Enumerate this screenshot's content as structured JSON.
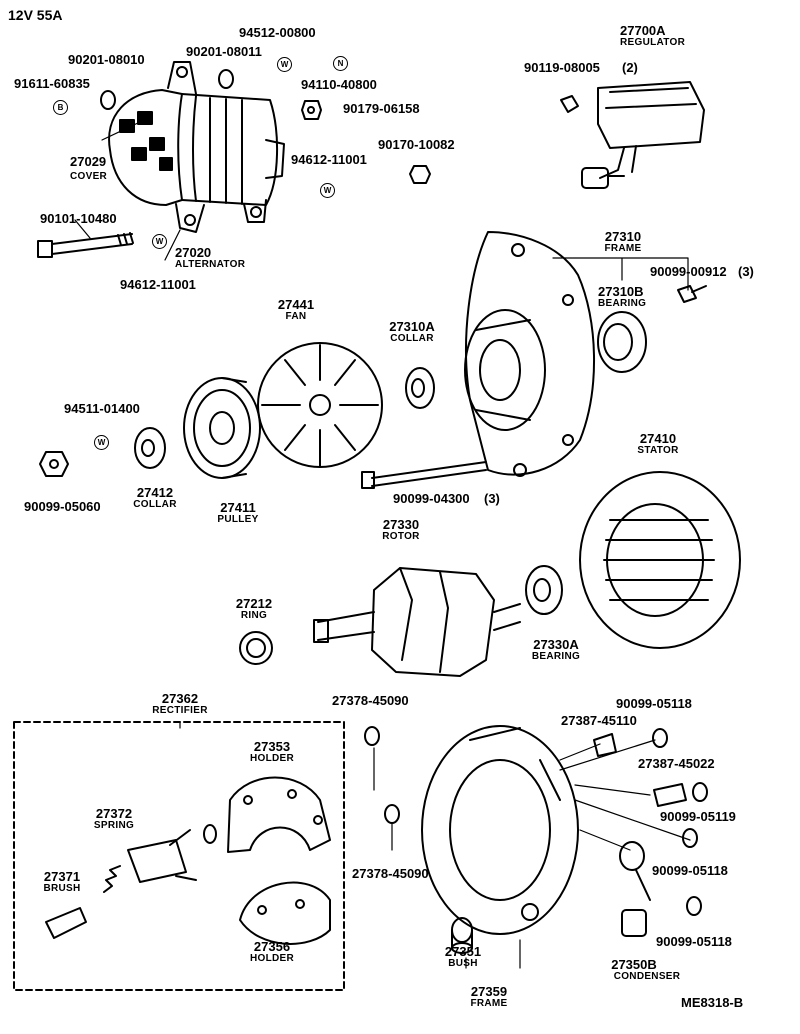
{
  "header": {
    "spec": "12V 55A"
  },
  "footer": {
    "code": "ME8318-B"
  },
  "colors": {
    "ink": "#000000",
    "paper": "#ffffff"
  },
  "parts": [
    {
      "key": "p27029",
      "number": "27029",
      "name": "COVER"
    },
    {
      "key": "p27020",
      "number": "27020",
      "name": "ALTERNATOR"
    },
    {
      "key": "p27700A",
      "number": "27700A",
      "name": "REGULATOR"
    },
    {
      "key": "p27310",
      "number": "27310",
      "name": "FRAME"
    },
    {
      "key": "p27310B",
      "number": "27310B",
      "name": "BEARING"
    },
    {
      "key": "p27441",
      "number": "27441",
      "name": "FAN"
    },
    {
      "key": "p27310A",
      "number": "27310A",
      "name": "COLLAR"
    },
    {
      "key": "p27412",
      "number": "27412",
      "name": "COLLAR"
    },
    {
      "key": "p27411",
      "number": "27411",
      "name": "PULLEY"
    },
    {
      "key": "p27410",
      "number": "27410",
      "name": "STATOR"
    },
    {
      "key": "p27330",
      "number": "27330",
      "name": "ROTOR"
    },
    {
      "key": "p27212",
      "number": "27212",
      "name": "RING"
    },
    {
      "key": "p27330A",
      "number": "27330A",
      "name": "BEARING"
    },
    {
      "key": "p27362",
      "number": "27362",
      "name": "RECTIFIER"
    },
    {
      "key": "p27353",
      "number": "27353",
      "name": "HOLDER"
    },
    {
      "key": "p27372",
      "number": "27372",
      "name": "SPRING"
    },
    {
      "key": "p27371",
      "number": "27371",
      "name": "BRUSH"
    },
    {
      "key": "p27356",
      "number": "27356",
      "name": "HOLDER"
    },
    {
      "key": "p27351",
      "number": "27351",
      "name": "BUSH"
    },
    {
      "key": "p27359",
      "number": "27359",
      "name": "FRAME"
    },
    {
      "key": "p27350B",
      "number": "27350B",
      "name": "CONDENSER"
    }
  ],
  "fasteners": [
    {
      "key": "f94512_00800",
      "number": "94512-00800"
    },
    {
      "key": "f90201_08010",
      "number": "90201-08010"
    },
    {
      "key": "f90201_08011",
      "number": "90201-08011"
    },
    {
      "key": "f91611_60835",
      "number": "91611-60835"
    },
    {
      "key": "f94110_40800",
      "number": "94110-40800"
    },
    {
      "key": "f90179_06158",
      "number": "90179-06158"
    },
    {
      "key": "f90119_08005",
      "number": "90119-08005",
      "qty": "(2)"
    },
    {
      "key": "f90170_10082",
      "number": "90170-10082"
    },
    {
      "key": "f94612_11001a",
      "number": "94612-11001"
    },
    {
      "key": "f90101_10480",
      "number": "90101-10480"
    },
    {
      "key": "f94612_11001b",
      "number": "94612-11001"
    },
    {
      "key": "f90099_00912",
      "number": "90099-00912",
      "qty": "(3)"
    },
    {
      "key": "f94511_01400",
      "number": "94511-01400"
    },
    {
      "key": "f90099_05060",
      "number": "90099-05060"
    },
    {
      "key": "f90099_04300",
      "number": "90099-04300",
      "qty": "(3)"
    },
    {
      "key": "f27378_45090a",
      "number": "27378-45090"
    },
    {
      "key": "f90099_05118a",
      "number": "90099-05118"
    },
    {
      "key": "f27387_45110",
      "number": "27387-45110"
    },
    {
      "key": "f27387_45022",
      "number": "27387-45022"
    },
    {
      "key": "f90099_05119",
      "number": "90099-05119"
    },
    {
      "key": "f27378_45090b",
      "number": "27378-45090"
    },
    {
      "key": "f90099_05118b",
      "number": "90099-05118"
    },
    {
      "key": "f90099_05118c",
      "number": "90099-05118"
    }
  ],
  "badges": [
    {
      "key": "b_b",
      "letter": "B"
    },
    {
      "key": "b_w1",
      "letter": "W"
    },
    {
      "key": "b_n",
      "letter": "N"
    },
    {
      "key": "b_w2",
      "letter": "W"
    },
    {
      "key": "b_w3",
      "letter": "W"
    },
    {
      "key": "b_w4",
      "letter": "W"
    }
  ]
}
